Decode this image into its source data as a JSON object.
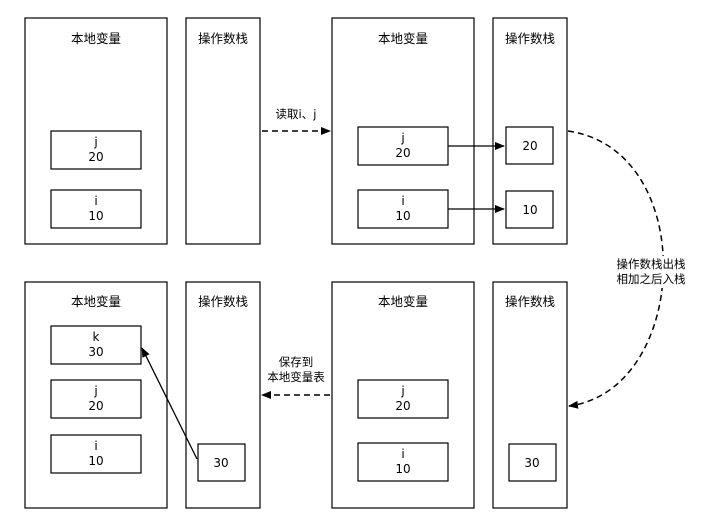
{
  "labels": {
    "locals": "本地变量",
    "operand_stack": "操作数栈"
  },
  "cells": {
    "j_name": "j",
    "i_name": "i",
    "k_name": "k",
    "v20": "20",
    "v10": "10",
    "v30": "30"
  },
  "annotations": {
    "read": "读取i、j",
    "pop_add_push_line1": "操作数栈出栈",
    "pop_add_push_line2": "相加之后入栈",
    "store_line1": "保存到",
    "store_line2": "本地变量表"
  }
}
